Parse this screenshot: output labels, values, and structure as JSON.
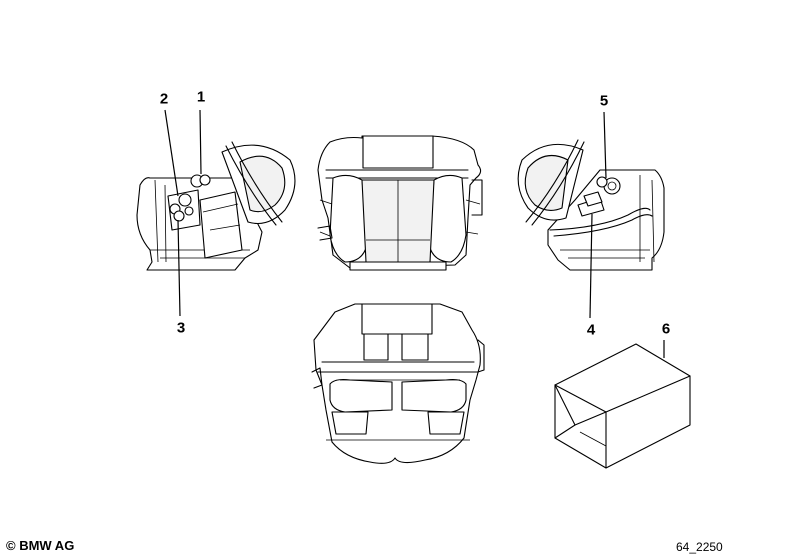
{
  "callouts": [
    {
      "id": "1",
      "label": "1"
    },
    {
      "id": "2",
      "label": "2"
    },
    {
      "id": "3",
      "label": "3"
    },
    {
      "id": "4",
      "label": "4"
    },
    {
      "id": "5",
      "label": "5"
    },
    {
      "id": "6",
      "label": "6"
    }
  ],
  "footer": {
    "copyright": "© BMW AG",
    "diagram_code": "64_2250"
  },
  "colors": {
    "line": "#000000",
    "background": "#ffffff"
  }
}
